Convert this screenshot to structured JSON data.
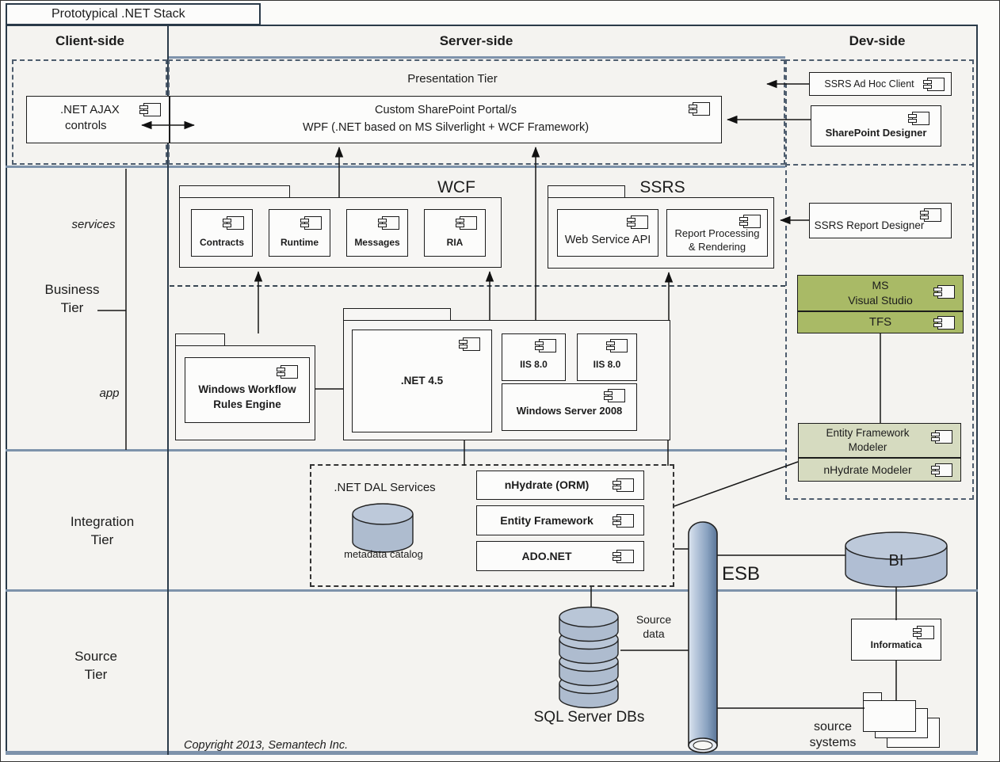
{
  "title": "Prototypical .NET Stack",
  "headers": {
    "client": "Client-side",
    "server": "Server-side",
    "dev": "Dev-side"
  },
  "presentation": {
    "label": "Presentation Tier",
    "ajax_line1": ".NET AJAX",
    "ajax_line2": "controls",
    "portal_line1": "Custom SharePoint Portal/s",
    "portal_line2": "WPF (.NET based on MS Silverlight + WCF Framework)"
  },
  "dev": {
    "ssrs_ad_hoc_client": "SSRS Ad Hoc Client",
    "sharepoint_designer": "SharePoint Designer",
    "ssrs_report_designer": "SSRS Report Designer",
    "visual_studio_line1": "MS",
    "visual_studio_line2": "Visual Studio",
    "tfs": "TFS",
    "ef_modeler_line1": "Entity Framework",
    "ef_modeler_line2": "Modeler",
    "nhydrate_modeler": "nHydrate Modeler"
  },
  "business": {
    "tier_line1": "Business",
    "tier_line2": "Tier",
    "services_label": "services",
    "app_label": "app",
    "wcf": {
      "label": "WCF",
      "components": [
        "Contracts",
        "Runtime",
        "Messages",
        "RIA"
      ]
    },
    "ssrs": {
      "label": "SSRS",
      "web_service_api": "Web Service API",
      "report_processing_line1": "Report Processing",
      "report_processing_line2": "& Rendering"
    },
    "wwf_line1": "Windows Workflow",
    "wwf_line2": "Rules Engine",
    "dotnet45": ".NET 4.5",
    "iis_1": "IIS 8.0",
    "iis_2": "IIS 8.0",
    "windows_server": "Windows Server 2008"
  },
  "integration": {
    "tier_line1": "Integration",
    "tier_line2": "Tier",
    "dal_label": ".NET DAL Services",
    "metadata_catalog": "metadata catalog",
    "nhydrate_orm": "nHydrate (ORM)",
    "entity_framework": "Entity Framework",
    "ado_net": "ADO.NET",
    "esb": "ESB",
    "bi": "BI"
  },
  "source": {
    "tier_line1": "Source",
    "tier_line2": "Tier",
    "source_data_line1": "Source",
    "source_data_line2": "data",
    "sql_server_dbs": "SQL Server DBs",
    "informatica": "Informatica",
    "source_systems_line1": "source",
    "source_systems_line2": "systems",
    "copyright": "Copyright 2013, Semantech Inc."
  },
  "icons": {
    "component": "uml-component"
  },
  "colors": {
    "background": "#f4f3f0",
    "box_fill": "#fcfcfb",
    "line": "#1c1c1c",
    "tier_line": "#7e93ab",
    "dashed_border": "#4e5d6e",
    "green_dark": "#a9ba66",
    "green_light": "#d6dbc0",
    "cylinder": "#aebccf"
  }
}
